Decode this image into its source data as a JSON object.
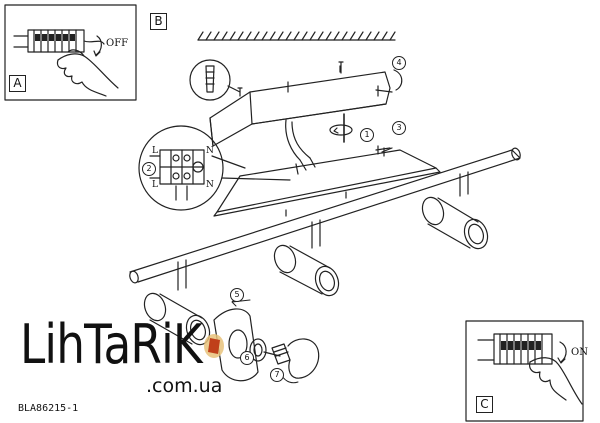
{
  "panels": {
    "a": {
      "letter": "A",
      "switch_label": "OFF"
    },
    "b": {
      "letter": "B"
    },
    "c": {
      "letter": "C",
      "switch_label": "ON"
    }
  },
  "steps": [
    "1",
    "2",
    "3",
    "4",
    "5",
    "6",
    "7"
  ],
  "terminal_labels": [
    "L",
    "N",
    "L",
    "N"
  ],
  "logo": {
    "main": "LihTaRiK",
    "domain": ".com.ua"
  },
  "model_code": "BLA86215-1",
  "colors": {
    "line": "#222222",
    "lamp_glow": "#e8c27a",
    "lamp_core": "#c0401a"
  }
}
